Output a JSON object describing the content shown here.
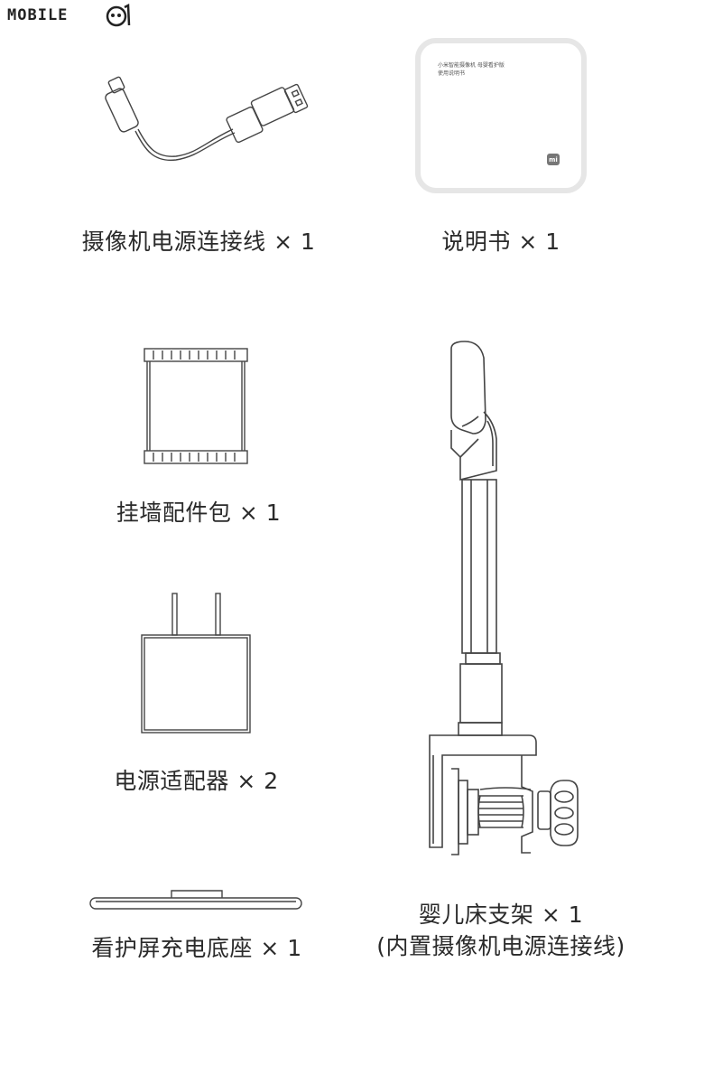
{
  "watermark": {
    "text": "MOBILE"
  },
  "items": [
    {
      "label": "摄像机电源连接线 × 1"
    },
    {
      "label": "说明书 × 1"
    },
    {
      "label": "挂墙配件包 × 1"
    },
    {
      "label": "电源适配器 × 2"
    },
    {
      "label": "看护屏充电底座 × 1"
    },
    {
      "label": "婴儿床支架 × 1",
      "sublabel": "(内置摄像机电源连接线)"
    }
  ],
  "manual": {
    "cover_line1": "小米智能摄像机 母婴看护版",
    "cover_line2": "使用说明书",
    "logo": "mi"
  },
  "colors": {
    "line": "#444444",
    "manual_border": "#e6e6e6"
  }
}
